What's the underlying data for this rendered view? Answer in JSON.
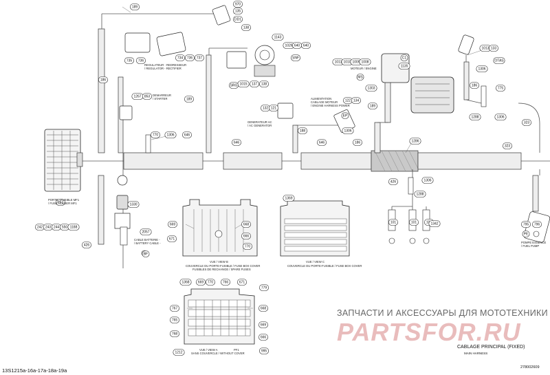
{
  "watermark": {
    "line1": "ЗАПЧАСТИ И АКСЕССУАРЫ ДЛЯ МОТОТЕХНИКИ",
    "line2": "PARTSFOR.RU"
  },
  "title_block": {
    "title": "CABLAGE PRINCIPAL (FIXED)",
    "subtitle": "MAIN HARNESS",
    "doc_number": "278002609",
    "ref": "13S1215a-16a-17a-18a-19a"
  },
  "captions": {
    "fuse_holder": [
      "PORTE - FUSIBLE MF1",
      "/ FUSE HOLDER MF1"
    ],
    "regulator": [
      "REGULATEUR - REDRESSEUR",
      "/ REGULATOR - RECTIFIER"
    ],
    "cable_batterie": [
      "CABLE BATTERIE -",
      "/ BATTERY CABLE -"
    ],
    "demarreur": [
      "DEMARREUR",
      "/ STARTER"
    ],
    "generateur": [
      "GENERATEUR AC",
      "/ AC GENERATOR"
    ],
    "alimentation": [
      "ALIMENTATION",
      "CABLAGE MOTEUR",
      "/ ENGINE HARNESS POWER"
    ],
    "moteur": [
      "MOTEUR / ENGINE"
    ],
    "pompe": [
      "POMPE ESSENCE",
      "/ FUEL PUMP"
    ],
    "view_b": [
      "VUE / VIEW B",
      "COUVERCLE DU PORTE-FUSIBLE / FUSE BOX COVER",
      "FUSIBLES DE RECHANGE / SPARE FUSES"
    ],
    "view_c": [
      "VUE / VIEW C",
      "COUVERCLE DU PORTE-FUSIBLE / FUSE BOX COVER"
    ],
    "view_a": [
      "VUE / VIEW A",
      "SANS COUVERCLE / WITHOUT COVER"
    ],
    "view_a_tag": "PF1"
  },
  "labels": [
    "189",
    "970",
    "135",
    "DD1",
    "138",
    "735",
    "736",
    "734",
    "736",
    "737",
    "1143",
    "1026",
    "640",
    "640",
    "SNF",
    "1015",
    "137",
    "138",
    "1011",
    "1010",
    "1009",
    "1008",
    "1135",
    "MS",
    "1303",
    "C1",
    "1013",
    "133",
    "OTAS",
    "1306",
    "186",
    "SRG",
    "189",
    "186",
    "1267",
    "853",
    "1288",
    "775",
    "1306",
    "323",
    "132",
    "121",
    "188",
    "1306",
    "122",
    "134",
    "EP",
    "189",
    "186",
    "770",
    "1306",
    "646",
    "646",
    "646",
    "1286",
    "323",
    "426",
    "1306",
    "1288",
    "PF1",
    "242",
    "243",
    "244",
    "550",
    "1188",
    "426",
    "1330",
    "2057",
    "BF",
    "669",
    "671",
    "668",
    "666",
    "770",
    "1369",
    "101",
    "101",
    "101",
    "1342",
    "795",
    "796",
    "PE",
    "1368",
    "669",
    "770",
    "766",
    "671",
    "779",
    "767",
    "765",
    "768",
    "668",
    "669",
    "666",
    "1212",
    "995"
  ],
  "panel_c_rows": [
    "",
    "",
    "",
    "",
    "",
    ""
  ]
}
